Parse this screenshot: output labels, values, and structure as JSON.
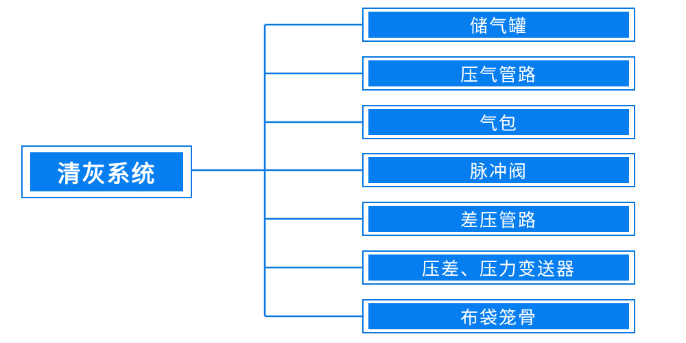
{
  "diagram": {
    "root": {
      "label": "清灰系统"
    },
    "children": [
      {
        "label": "储气罐"
      },
      {
        "label": "压气管路"
      },
      {
        "label": "气包"
      },
      {
        "label": "脉冲阀"
      },
      {
        "label": "差压管路"
      },
      {
        "label": "压差、压力变送器"
      },
      {
        "label": "布袋笼骨"
      }
    ],
    "colors": {
      "node_fill": "#077EF0",
      "connector_line": "#0878E0",
      "node_text": "#FFFFFF",
      "background": "#FFFFFF"
    }
  }
}
